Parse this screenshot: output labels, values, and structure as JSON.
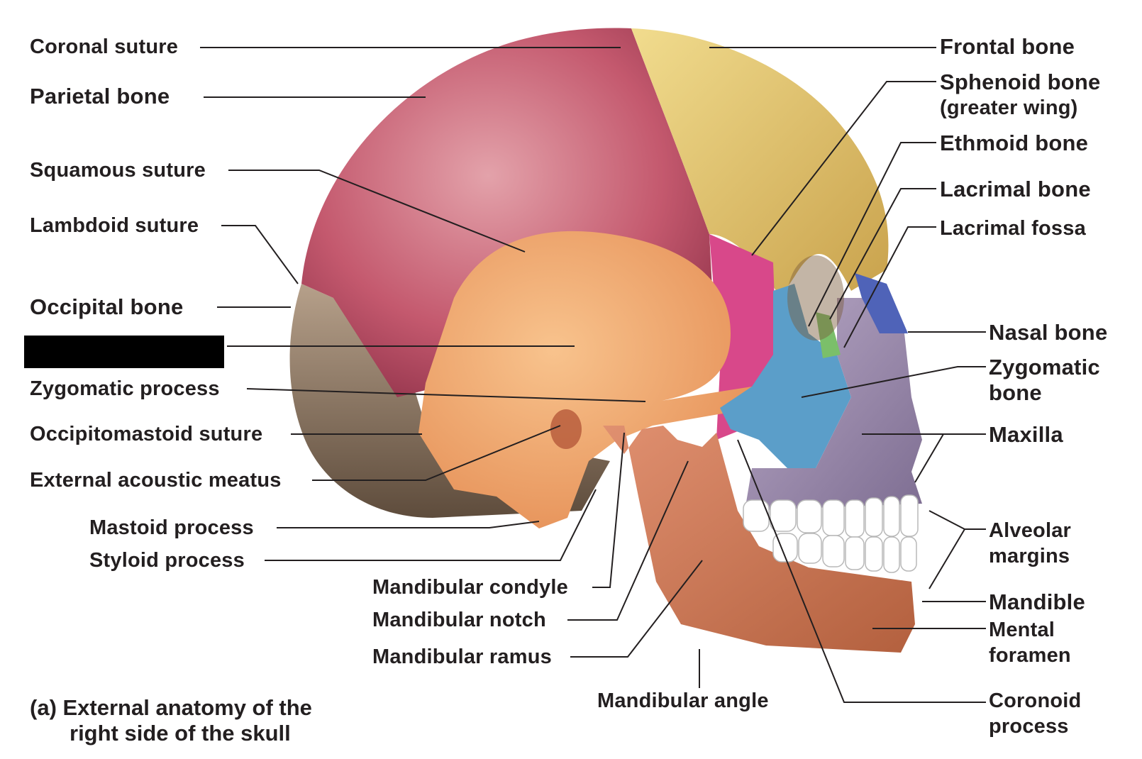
{
  "labels": {
    "coronal_suture": "Coronal suture",
    "parietal_bone": "Parietal bone",
    "squamous_suture": "Squamous suture",
    "lambdoid_suture": "Lambdoid suture",
    "occipital_bone": "Occipital bone",
    "zygomatic_process": "Zygomatic process",
    "occipitomastoid_suture": "Occipitomastoid suture",
    "external_acoustic_meatus": "External acoustic meatus",
    "mastoid_process": "Mastoid process",
    "styloid_process": "Styloid process",
    "mandibular_condyle": "Mandibular condyle",
    "mandibular_notch": "Mandibular notch",
    "mandibular_ramus": "Mandibular ramus",
    "mandibular_angle": "Mandibular angle",
    "frontal_bone": "Frontal bone",
    "sphenoid_bone": "Sphenoid bone",
    "sphenoid_sub": "(greater wing)",
    "ethmoid_bone": "Ethmoid bone",
    "lacrimal_bone": "Lacrimal bone",
    "lacrimal_fossa": "Lacrimal fossa",
    "nasal_bone": "Nasal bone",
    "zygomatic_bone_1": "Zygomatic",
    "zygomatic_bone_2": "bone",
    "maxilla": "Maxilla",
    "alveolar_margins_1": "Alveolar",
    "alveolar_margins_2": "margins",
    "mandible": "Mandible",
    "mental_foramen_1": "Mental",
    "mental_foramen_2": "foramen",
    "coronoid_process_1": "Coronoid",
    "coronoid_process_2": "process"
  },
  "caption": {
    "line1": "(a) External anatomy of the",
    "line2": "right side of the skull"
  },
  "colors": {
    "parietal": "#c4596e",
    "frontal": "#e2c56a",
    "temporal": "#f3a86a",
    "occipital": "#9a8470",
    "sphenoid": "#d8488a",
    "zygomatic": "#5b9ec9",
    "maxilla": "#9a8aa8",
    "mandible": "#cd7a52",
    "nasal": "#4f63b8",
    "lacrimal": "#7bbf6a",
    "teeth": "#ffffff",
    "leader": "#231f20"
  }
}
